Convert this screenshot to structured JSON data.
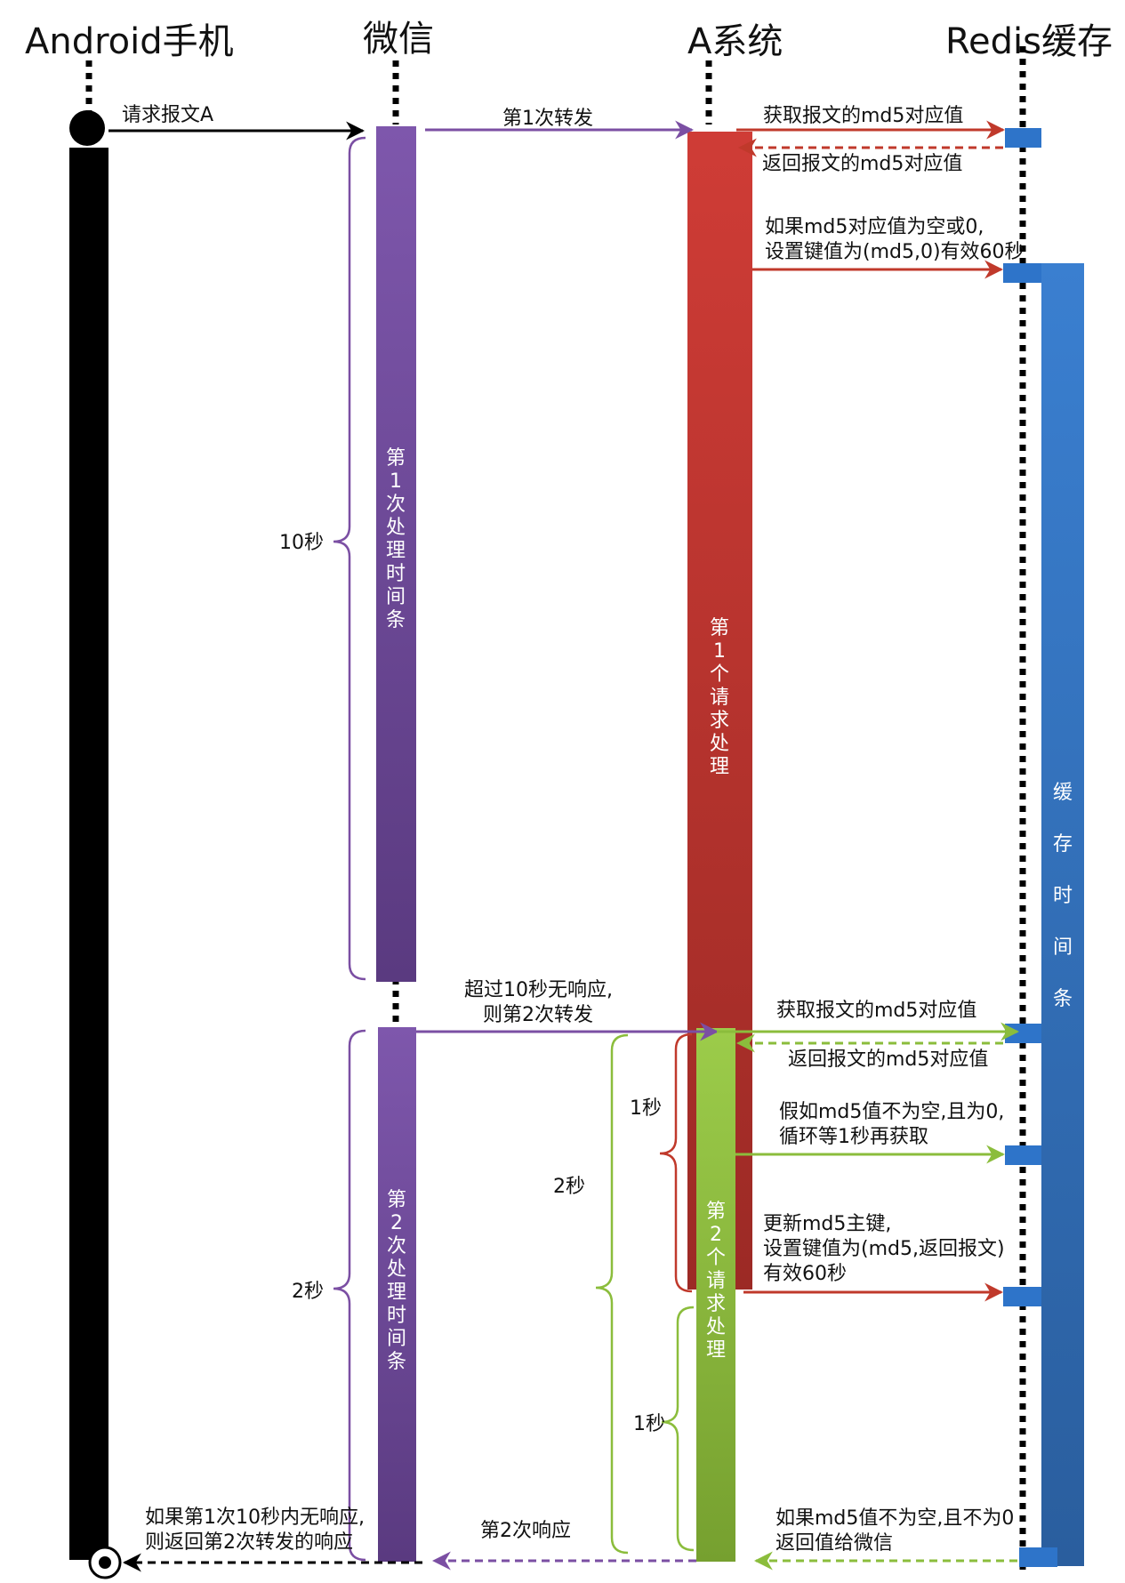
{
  "lifelines": {
    "android": "Android手机",
    "wechat": "微信",
    "a_system": "A系统",
    "redis": "Redis缓存"
  },
  "bars": {
    "wechat_1": "第1次处理时间条",
    "a_request_1": "第1个请求处理",
    "redis_cache": "缓存时间条",
    "wechat_2": "第2次处理时间条",
    "a_request_2": "第2个请求处理"
  },
  "messages": {
    "request_a": "请求报文A",
    "forward_1": "第1次转发",
    "get_md5_1": "获取报文的md5对应值",
    "return_md5_1": "返回报文的md5对应值",
    "set_key_line1": "如果md5对应值为空或0,",
    "set_key_line2": "设置键值为(md5,0)有效60秒",
    "timeout_line1": "超过10秒无响应,",
    "timeout_line2": "则第2次转发",
    "get_md5_2": "获取报文的md5对应值",
    "return_md5_2": "返回报文的md5对应值",
    "loop_line1": "假如md5值不为空,且为0,",
    "loop_line2": "循环等1秒再获取",
    "update_line1": "更新md5主键,",
    "update_line2": "设置键值为(md5,返回报文)",
    "update_line3": "有效60秒",
    "return_line1": "如果md5值不为空,且不为0",
    "return_line2": "返回值给微信",
    "second_response": "第2次响应",
    "final_line1": "如果第1次10秒内无响应,",
    "final_line2": "则返回第2次转发的响应"
  },
  "durations": {
    "wechat_10s": "10秒",
    "wechat_2s": "2秒",
    "green_2s": "2秒",
    "red_1s": "1秒",
    "green_1s": "1秒"
  },
  "colors": {
    "black": "#000000",
    "purple": "#7b4fa3",
    "red": "#c0392b",
    "blue": "#2e74c9",
    "green": "#8bbd3c"
  }
}
